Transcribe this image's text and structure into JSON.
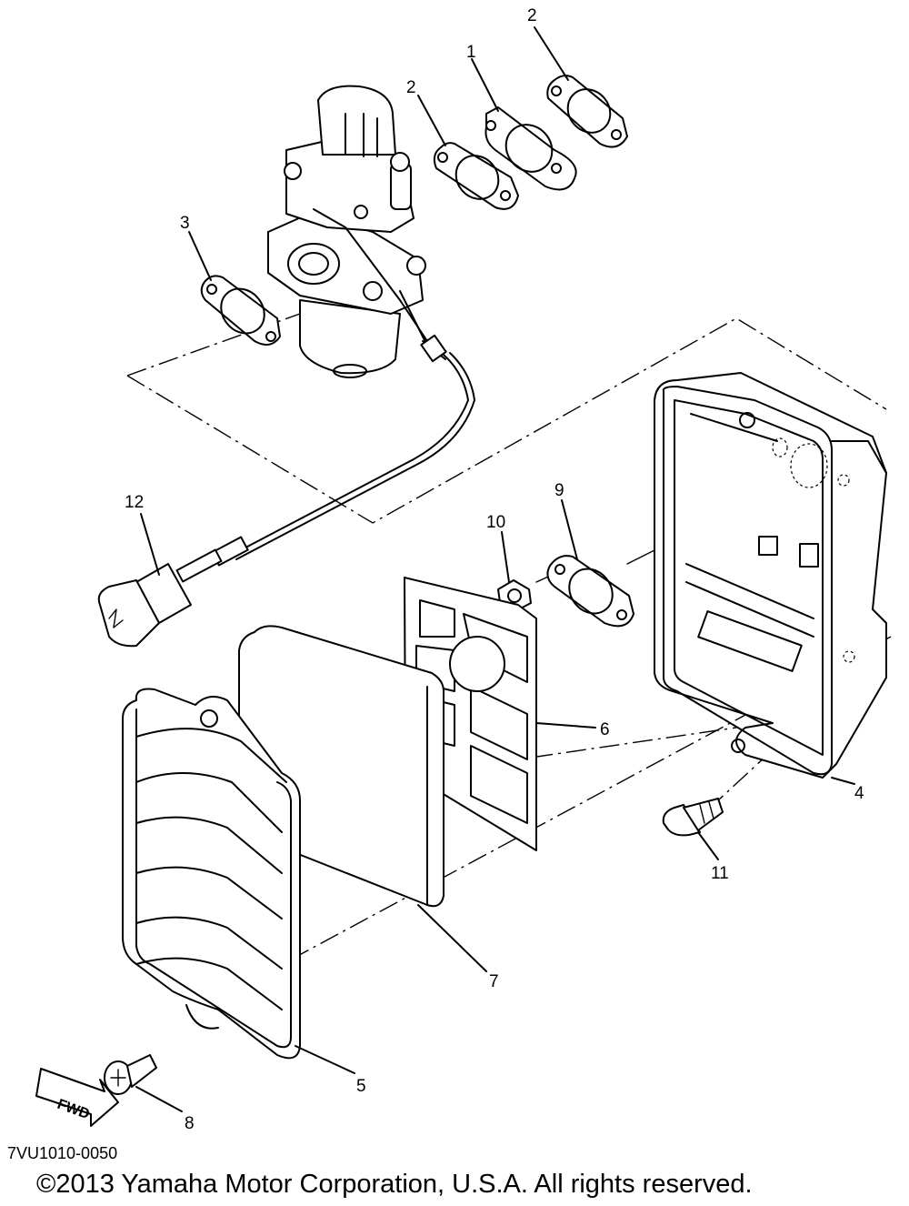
{
  "diagram": {
    "parts": [
      {
        "id": "part-1",
        "label": "1"
      },
      {
        "id": "part-2a",
        "label": "2"
      },
      {
        "id": "part-2b",
        "label": "2"
      },
      {
        "id": "part-3",
        "label": "3"
      },
      {
        "id": "part-4",
        "label": "4"
      },
      {
        "id": "part-5",
        "label": "5"
      },
      {
        "id": "part-6",
        "label": "6"
      },
      {
        "id": "part-7",
        "label": "7"
      },
      {
        "id": "part-8",
        "label": "8"
      },
      {
        "id": "part-9",
        "label": "9"
      },
      {
        "id": "part-10",
        "label": "10"
      },
      {
        "id": "part-11",
        "label": "11"
      },
      {
        "id": "part-12",
        "label": "12"
      }
    ],
    "fwd_label": "FWD",
    "diagram_code": "7VU1010-0050",
    "copyright": "©2013 Yamaha Motor Corporation, U.S.A. All rights reserved."
  }
}
